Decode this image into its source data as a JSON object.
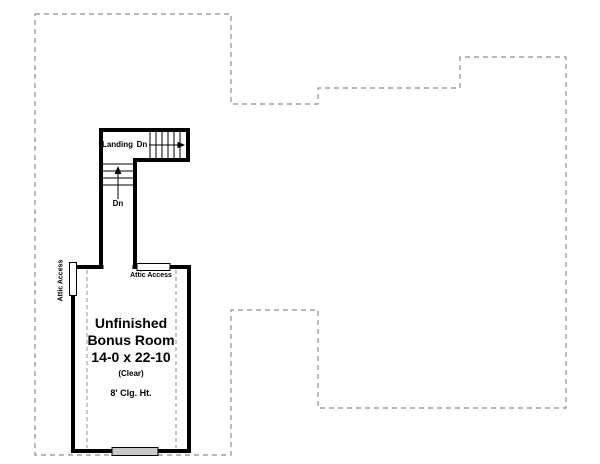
{
  "plan": {
    "labels": {
      "landing": "Landing",
      "dn_landing": "Dn",
      "dn_stairs": "Dn",
      "attic_access_top": "Attic Access",
      "attic_access_left": "Attic Access",
      "room_title_line1": "Unfinished",
      "room_title_line2": "Bonus Room",
      "room_dimensions": "14-0 x 22-10",
      "room_clear_note": "(Clear)",
      "ceiling_height_note": "8' Clg. Ht."
    },
    "colors": {
      "wall": "#000000",
      "dashed_outline": "#8c8c8c",
      "background": "#ffffff"
    }
  }
}
